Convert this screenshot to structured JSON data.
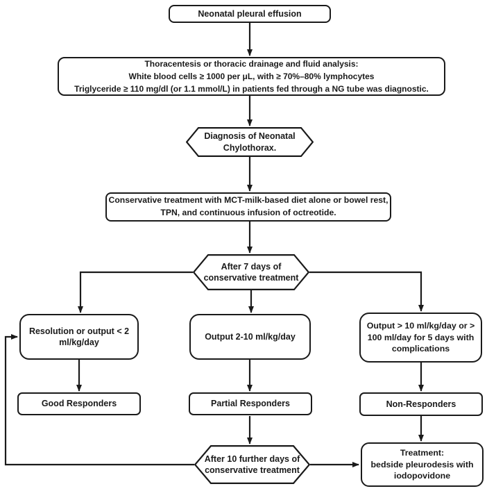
{
  "diagram_title": "Neonatal chylothorax management flowchart",
  "colors": {
    "background": "#ffffff",
    "fill": "#ffffff",
    "stroke": "#1a1a1a",
    "text": "#1a1a1a"
  },
  "nodes": {
    "effusion": {
      "shape": "rounded-rect",
      "lines": [
        "Neonatal pleural effusion"
      ]
    },
    "analysis": {
      "shape": "rounded-rect",
      "lines": [
        "Thoracentesis or thoracic drainage and fluid analysis:",
        "White blood cells ≥ 1000  per μL, with ≥ 70%–80% lymphocytes",
        "Triglyceride ≥ 110 mg/dl (or 1.1 mmol/L) in patients fed through a NG tube was diagnostic."
      ]
    },
    "diagnosis": {
      "shape": "hexagon",
      "lines": [
        "Diagnosis of Neonatal",
        "Chylothorax."
      ]
    },
    "conservative": {
      "shape": "rounded-rect",
      "lines": [
        "Conservative treatment with MCT-milk-based diet alone or bowel rest,",
        "TPN, and continuous infusion of octreotide."
      ]
    },
    "after7": {
      "shape": "hexagon",
      "lines": [
        "After 7 days of",
        "conservative treatment"
      ]
    },
    "resolution": {
      "shape": "rounded-rect",
      "lines": [
        "Resolution or output < 2",
        "ml/kg/day"
      ]
    },
    "output_2_10": {
      "shape": "rounded-rect",
      "lines": [
        "Output 2-10 ml/kg/day"
      ]
    },
    "output_gt_10": {
      "shape": "rounded-rect",
      "lines": [
        "Output > 10 ml/kg/day or >",
        "100 ml/day for 5 days with",
        "complications"
      ]
    },
    "good": {
      "shape": "rounded-rect",
      "lines": [
        "Good Responders"
      ]
    },
    "partial": {
      "shape": "rounded-rect",
      "lines": [
        "Partial Responders"
      ]
    },
    "non": {
      "shape": "rounded-rect",
      "lines": [
        "Non-Responders"
      ]
    },
    "after10": {
      "shape": "hexagon",
      "lines": [
        "After 10 further days of",
        "conservative treatment"
      ]
    },
    "treatment": {
      "shape": "rounded-rect",
      "lines": [
        "Treatment:",
        "bedside pleurodesis with",
        "iodopovidone"
      ]
    }
  },
  "edges": [
    {
      "from": "effusion",
      "to": "analysis"
    },
    {
      "from": "analysis",
      "to": "diagnosis"
    },
    {
      "from": "diagnosis",
      "to": "conservative"
    },
    {
      "from": "conservative",
      "to": "after7"
    },
    {
      "from": "after7",
      "to": "resolution"
    },
    {
      "from": "after7",
      "to": "output_2_10"
    },
    {
      "from": "after7",
      "to": "output_gt_10"
    },
    {
      "from": "resolution",
      "to": "good"
    },
    {
      "from": "output_2_10",
      "to": "partial"
    },
    {
      "from": "output_gt_10",
      "to": "non"
    },
    {
      "from": "partial",
      "to": "after10"
    },
    {
      "from": "non",
      "to": "treatment"
    },
    {
      "from": "after10",
      "to": "treatment"
    },
    {
      "from": "after10",
      "to": "resolution"
    }
  ]
}
